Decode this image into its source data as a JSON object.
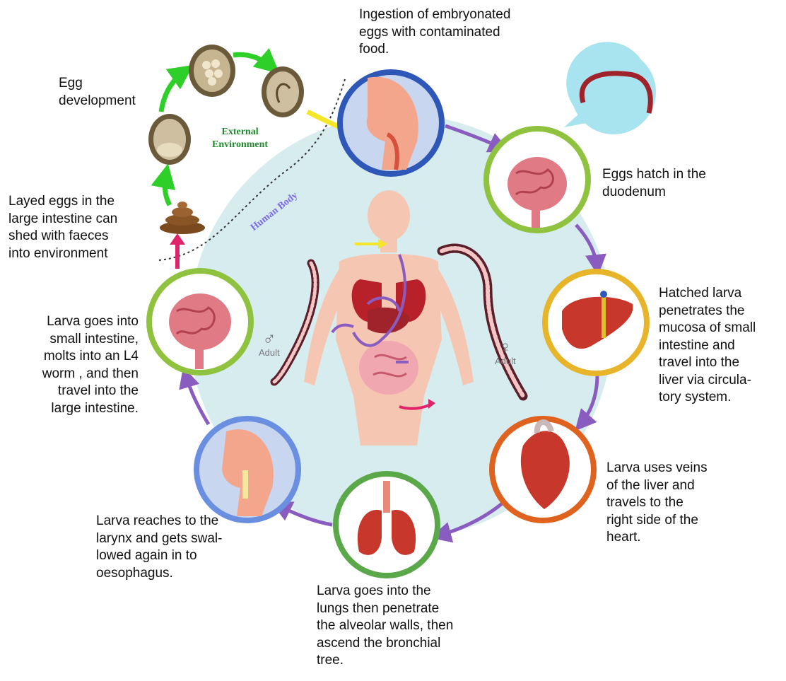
{
  "steps": {
    "ingestion": "Ingestion of embryonated\neggs with contaminated\nfood.",
    "hatch": "Eggs hatch in the\nduodenum",
    "penetrate": "Hatched larva\npenetrates the\nmucosa of small\nintestine and\ntravel into the\nliver via circula-\ntory system.",
    "heart": "Larva uses veins\nof the liver and\ntravels  to the\nright side of the\nheart.",
    "lungs": "Larva goes into the\nlungs then penetrate\nthe alveolar walls, then\nascend the bronchial\ntree.",
    "larynx": "Larva reaches to the\nlarynx and gets swal-\nlowed again in to\noesophagus.",
    "small_intestine": "Larva goes into\nsmall intestine,\nmolts into an L4\nworm , and then\ntravel into the\nlarge intestine.",
    "shed": "Layed eggs in the\nlarge intestine can\nshed with faeces\ninto environment",
    "egg_dev": "Egg\ndevelopment"
  },
  "regions": {
    "external": "External\nEnvironment",
    "human_body": "Human Body"
  },
  "worms": {
    "male_symbol": "♂",
    "female_symbol": "♀",
    "adult": "Adult"
  },
  "colors": {
    "ingestion_ring": "#2f57b8",
    "hatch_ring": "#8fc23f",
    "liver_ring": "#e8b52a",
    "heart_ring": "#e0621f",
    "lungs_ring": "#5aa84a",
    "larynx_ring": "#6a8fe0",
    "intestine_ring": "#8fc23f",
    "cycle_arrow": "#8a5cc0",
    "external_arrow": "#2fcf2a",
    "shed_arrow": "#e0246a",
    "body_circle": "#d7ecef"
  }
}
